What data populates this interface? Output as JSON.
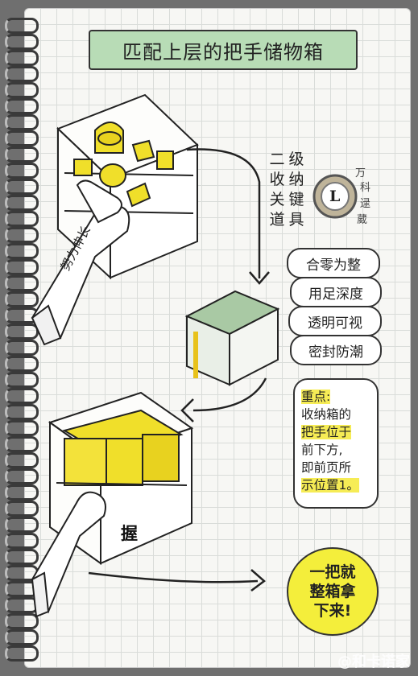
{
  "title": "匹配上层的把手储物箱",
  "tools_label": [
    "二级",
    "收纳",
    "关键",
    "道具"
  ],
  "badge": {
    "center": "L",
    "side": [
      "万",
      "科",
      "逯",
      "葳"
    ]
  },
  "tips": [
    "合零为整",
    "用足深度",
    "透明可视",
    "密封防潮"
  ],
  "note": {
    "heading": "重点:",
    "lines": [
      "收纳箱的",
      "把手位于",
      "前下方,",
      "即前页所",
      "示位置1。"
    ]
  },
  "stretch_label": "努力伸长",
  "grip_label": "握",
  "cta_lines": [
    "一把就",
    "整箱拿",
    "下来!"
  ],
  "watermark": "@和卡诺家",
  "colors": {
    "title_bg": "#b8dcb6",
    "accent_yellow": "#f4ee3b",
    "box_green": "#a9c9a4"
  }
}
